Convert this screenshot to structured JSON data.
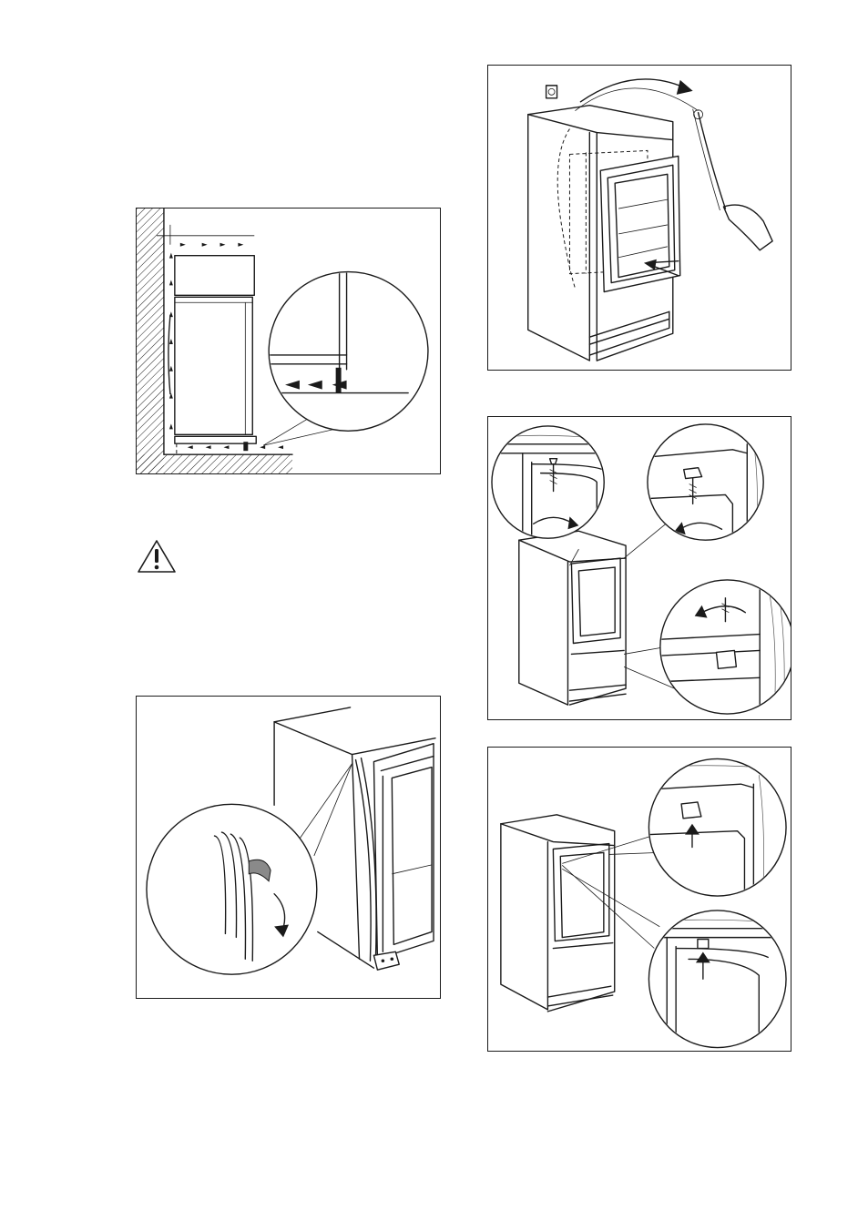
{
  "page": {
    "background": "#ffffff",
    "line_color": "#1a1a1a"
  },
  "figures": [
    {
      "id": "ventilation",
      "depicts": "appliance-airflow-cross-section"
    },
    {
      "id": "seal",
      "depicts": "door-seal-strip"
    },
    {
      "id": "insert",
      "depicts": "appliance-into-cabinet"
    },
    {
      "id": "screws",
      "depicts": "fixing-screws"
    },
    {
      "id": "clips",
      "depicts": "cover-clips"
    }
  ],
  "warning": {
    "icon": "warning-triangle-icon"
  }
}
